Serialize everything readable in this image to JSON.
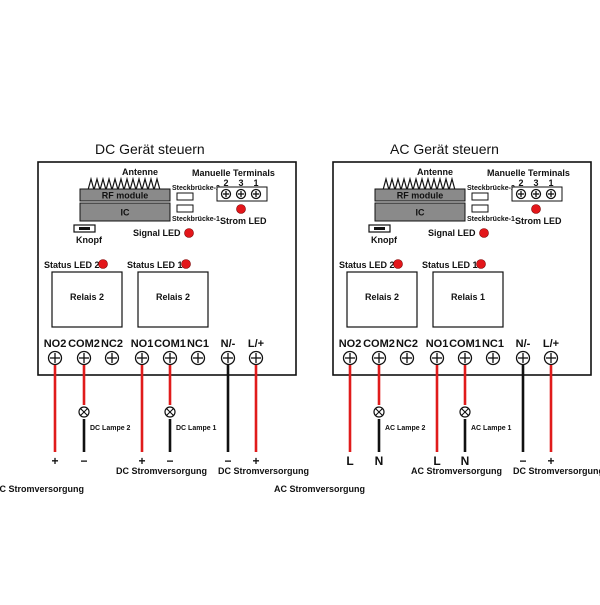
{
  "panels": [
    {
      "title": "DC Gerät steuern",
      "antenna_label": "Antenne",
      "rf_module_label": "RF module",
      "ic_label": "IC",
      "jumper2_label": "Steckbrücke-2",
      "jumper1_label": "Steckbrücke-1",
      "manual_terminals_label": "Manuelle Terminals",
      "terminal_numbers": [
        "2",
        "3",
        "1"
      ],
      "power_led_label": "Strom LED",
      "button_label": "Knopf",
      "signal_led_label": "Signal LED",
      "status_led2_label": "Status LED 2",
      "status_led1_label": "Status LED 1",
      "relay_left_label": "Relais 2",
      "relay_right_label": "Relais 2",
      "terminals": [
        "NO2",
        "COM2",
        "NC2",
        "NO1",
        "COM1",
        "NC1",
        "N/-",
        "L/+"
      ],
      "lamp2_label": "DC Lampe 2",
      "lamp1_label": "DC Lampe 1",
      "wire_signs": [
        "+",
        "−",
        "+",
        "−",
        "−",
        "+"
      ],
      "supply_mid_label": "DC Stromversorgung",
      "supply_right_label": "DC Stromversorgung",
      "supply_bottom_label": "DC Stromversorgung"
    },
    {
      "title": "AC Gerät steuern",
      "antenna_label": "Antenne",
      "rf_module_label": "RF module",
      "ic_label": "IC",
      "jumper2_label": "Steckbrücke-2",
      "jumper1_label": "Steckbrücke-1",
      "manual_terminals_label": "Manuelle Terminals",
      "terminal_numbers": [
        "2",
        "3",
        "1"
      ],
      "power_led_label": "Strom LED",
      "button_label": "Knopf",
      "signal_led_label": "Signal LED",
      "status_led2_label": "Status LED 2",
      "status_led1_label": "Status LED 1",
      "relay_left_label": "Relais 2",
      "relay_right_label": "Relais 1",
      "terminals": [
        "NO2",
        "COM2",
        "NC2",
        "NO1",
        "COM1",
        "NC1",
        "N/-",
        "L/+"
      ],
      "lamp2_label": "AC Lampe 2",
      "lamp1_label": "AC Lampe 1",
      "wire_signs": [
        "L",
        "N",
        "L",
        "N",
        "−",
        "+"
      ],
      "supply_mid_label": "AC Stromversorgung",
      "supply_right_label": "DC Stromversorgung",
      "supply_bottom_label": "AC Stromversorgung"
    }
  ],
  "colors": {
    "wire_red": "#e01b1b",
    "wire_black": "#111111",
    "led_red": "#e3161a",
    "module_gray": "#8a8a8a",
    "outline": "#111111"
  }
}
